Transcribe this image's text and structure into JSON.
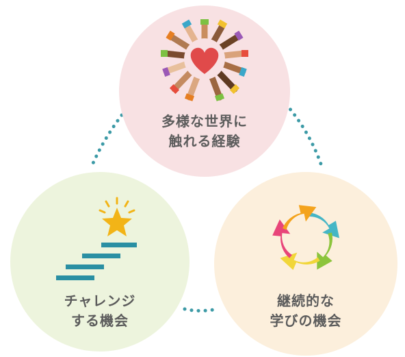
{
  "nodes": [
    {
      "id": "top",
      "line1": "多様な世界に",
      "line2": "触れる経験",
      "icon": "heart-hands-icon",
      "color": "#f8e1e3"
    },
    {
      "id": "left",
      "line1": "チャレンジ",
      "line2": "する機会",
      "icon": "stairs-star-icon",
      "color": "#edf4dd"
    },
    {
      "id": "right",
      "line1": "継続的な",
      "line2": "学びの機会",
      "icon": "cycle-arrows-icon",
      "color": "#fcefdc"
    }
  ],
  "colors": {
    "text": "#5c5c5c",
    "dots": "#3c9aa6",
    "heart": "#e04a4a",
    "star": "#f2b417",
    "stairs": "#2a8fa3",
    "arrows": [
      "#f4a31c",
      "#45b6c6",
      "#8cc43c",
      "#f1d63a",
      "#e8457a"
    ]
  }
}
